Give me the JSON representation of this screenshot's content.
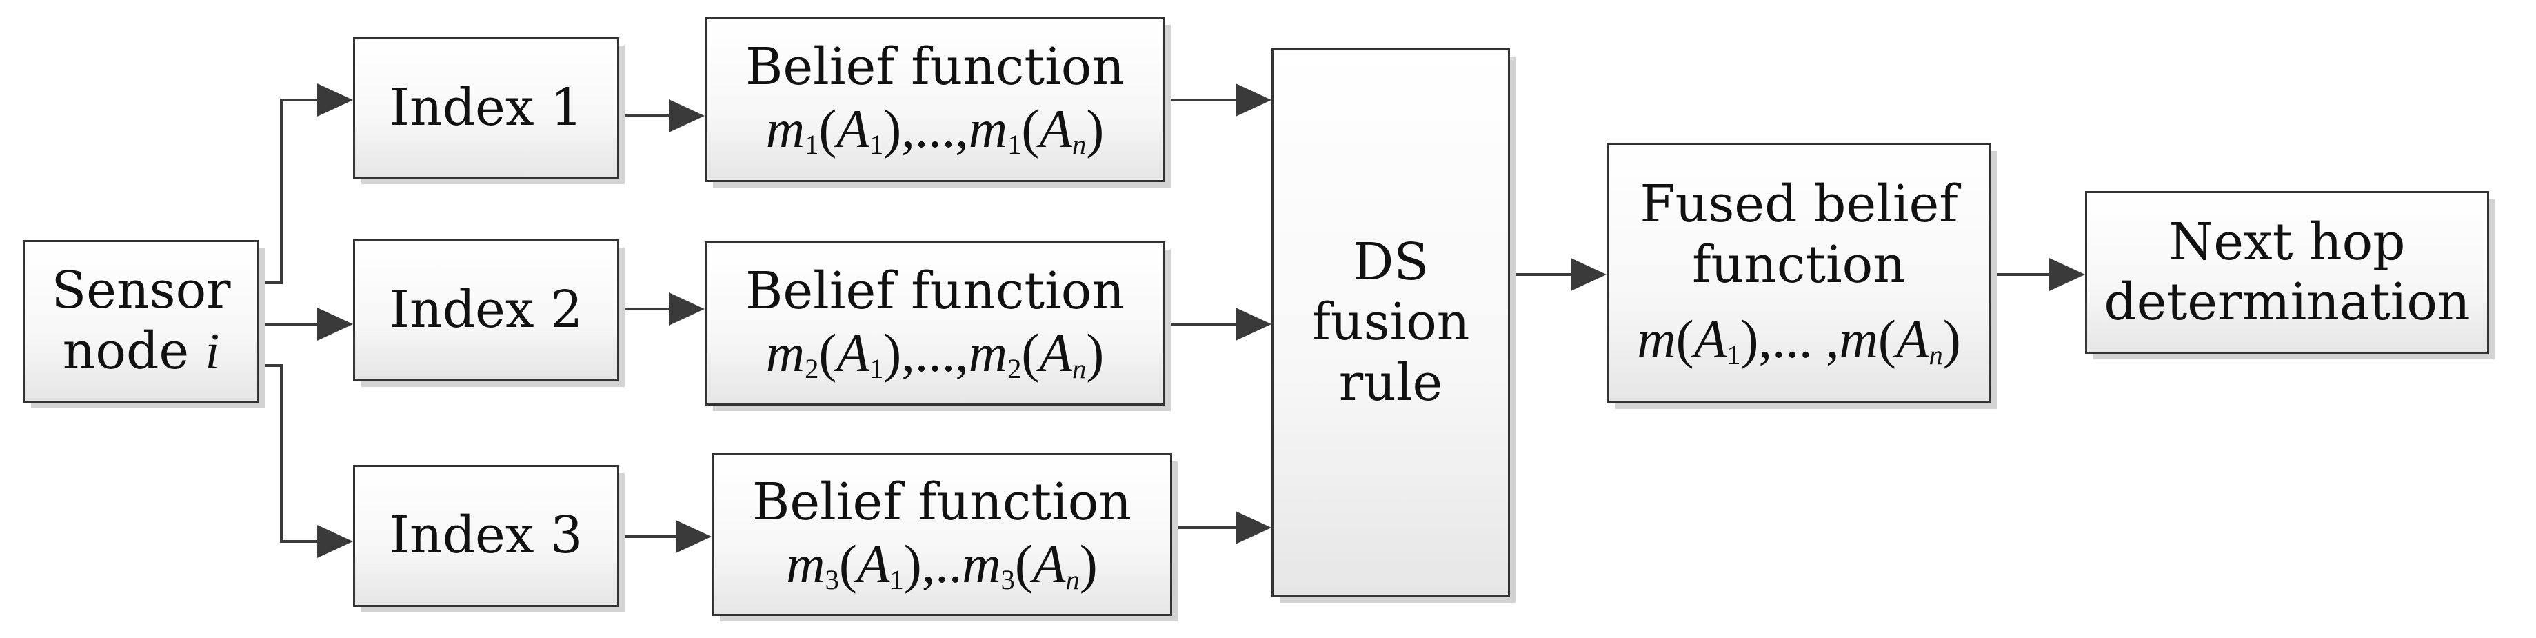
{
  "nodes": {
    "sensor": {
      "line1": "Sensor",
      "line2_prefix": "node ",
      "line2_var": "i"
    },
    "index1": {
      "label": "Index 1"
    },
    "index2": {
      "label": "Index 2"
    },
    "index3": {
      "label": "Index 3"
    },
    "belief1": {
      "title": "Belief function",
      "formula": "m1(A1),...,m1(An)"
    },
    "belief2": {
      "title": "Belief function",
      "formula": "m2(A1),...,m2(An)"
    },
    "belief3": {
      "title": "Belief function",
      "formula": "m3(A1),..m3(An)"
    },
    "ds": {
      "line1": "DS",
      "line2": "fusion",
      "line3": "rule"
    },
    "fused": {
      "line1": "Fused belief",
      "line2": "function",
      "formula": "m(A1),... ,m(An)"
    },
    "nexthop": {
      "line1": "Next hop",
      "line2": "determination"
    }
  },
  "edges": [
    {
      "from": "sensor",
      "to": "index1"
    },
    {
      "from": "sensor",
      "to": "index2"
    },
    {
      "from": "sensor",
      "to": "index3"
    },
    {
      "from": "index1",
      "to": "belief1"
    },
    {
      "from": "index2",
      "to": "belief2"
    },
    {
      "from": "index3",
      "to": "belief3"
    },
    {
      "from": "belief1",
      "to": "ds"
    },
    {
      "from": "belief2",
      "to": "ds"
    },
    {
      "from": "belief3",
      "to": "ds"
    },
    {
      "from": "ds",
      "to": "fused"
    },
    {
      "from": "fused",
      "to": "nexthop"
    }
  ],
  "colors": {
    "stroke": "#333333",
    "arrow": "#3a3a3a",
    "shadow": "#d3d3d3"
  }
}
